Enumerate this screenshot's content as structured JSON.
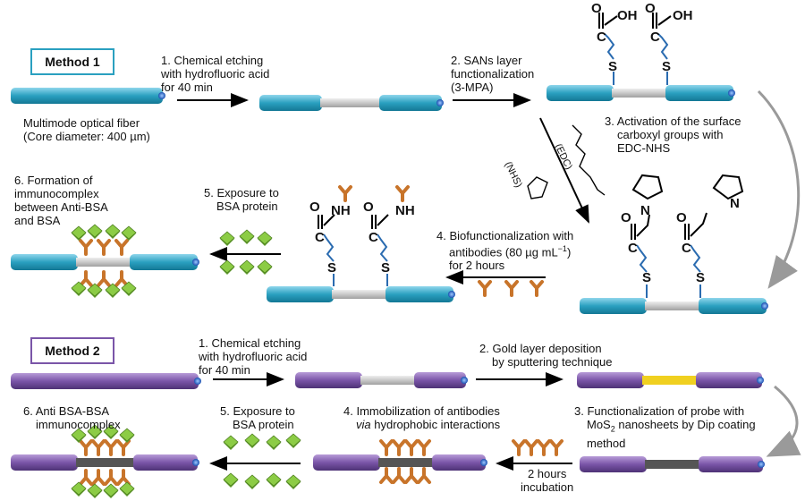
{
  "method1": {
    "title": "Method 1",
    "fiber_caption": [
      "Multimode optical fiber",
      "(Core diameter: 400 µm)"
    ],
    "step1": [
      "1. Chemical etching",
      "with hydrofluoric acid",
      "for 40 min"
    ],
    "step2": [
      "2. SANs layer",
      "functionalization",
      "(3-MPA)"
    ],
    "step3": [
      "3. Activation of the surface",
      "carboxyl groups with",
      "EDC-NHS"
    ],
    "step4": [
      "4. Biofunctionalization with",
      "antibodies (80 µg mL",
      "for 2 hours"
    ],
    "step4_exp": "−1",
    "step4_tail": ")",
    "step5": [
      "5. Exposure to",
      "BSA protein"
    ],
    "step6": [
      "6. Formation of",
      "immunocomplex",
      "between Anti-BSA",
      "and BSA"
    ],
    "reagents": {
      "edc": "(EDC)",
      "nhs": "(NHS)"
    },
    "chem": {
      "oh": "OH",
      "c": "C",
      "o": "O",
      "s": "S",
      "nh": "NH",
      "n": "N"
    }
  },
  "method2": {
    "title": "Method 2",
    "step1": [
      "1. Chemical etching",
      "with hydrofluoric acid",
      "for 40 min"
    ],
    "step2": [
      "2. Gold layer deposition",
      "by sputtering technique"
    ],
    "step3_l1": "3. Functionalization of probe with",
    "step3_l2_a": "MoS",
    "step3_l2_sub": "2",
    "step3_l2_b": " nanosheets by Dip coating",
    "step3_l3": "method",
    "step4_l1": "4. Immobilization of antibodies",
    "step4_l2_it": "via",
    "step4_l2_rest": " hydrophobic interactions",
    "step5": [
      "5. Exposure to",
      "BSA protein"
    ],
    "step6": [
      "6. Anti BSA-BSA",
      "immunocomplex"
    ],
    "incubation": [
      "2 hours",
      "incubation"
    ]
  },
  "colors": {
    "method1_fiber": "#2aa0c0",
    "method2_fiber": "#7a55a8",
    "gold": "#f0d020",
    "mos2": "#555555",
    "bsa": "#7dbb3a",
    "antibody": "#c8742a"
  }
}
